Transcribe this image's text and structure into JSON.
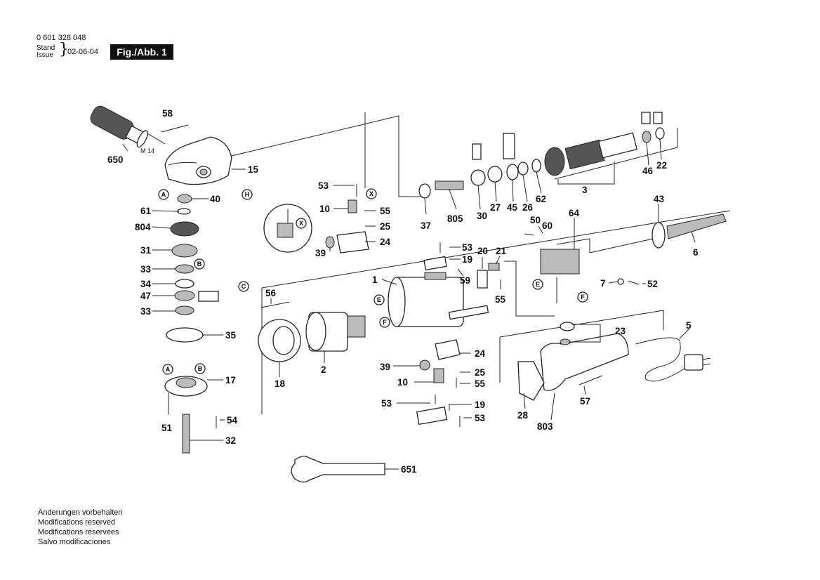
{
  "header": {
    "part_number": "0 601 328 048",
    "stand_label": "Stand",
    "issue_label": "Issue",
    "date": "02-06-04",
    "figure_label": "Fig./Abb. 1"
  },
  "footer": {
    "lines": [
      "Änderungen vorbehalten",
      "Modifications reserved",
      "Modifications reservees",
      "Salvo modificaciones"
    ]
  },
  "diagram": {
    "thread_label": "M 14",
    "part_numbers": {
      "p650": "650",
      "p58": "58",
      "p15": "15",
      "p40": "40",
      "p61": "61",
      "p804": "804",
      "p31": "31",
      "p33a": "33",
      "p34": "34",
      "p47": "47",
      "p33b": "33",
      "p35": "35",
      "p17": "17",
      "p51": "51",
      "p54": "54",
      "p32": "32",
      "p651": "651",
      "p53a": "53",
      "p10a": "10",
      "p55a": "55",
      "p25a": "25",
      "p24a": "24",
      "p39a": "39",
      "p37": "37",
      "p805": "805",
      "p30": "30",
      "p27": "27",
      "p45": "45",
      "p26": "26",
      "p62": "62",
      "p3": "3",
      "p46": "46",
      "p22": "22",
      "p43": "43",
      "p6": "6",
      "p64": "64",
      "p50": "50",
      "p60": "60",
      "p7": "7",
      "p52": "52",
      "p53b": "53",
      "p19a": "19",
      "p59": "59",
      "p20": "20",
      "p21": "21",
      "p55b": "55",
      "p1": "1",
      "p56": "56",
      "p18": "18",
      "p2": "2",
      "p24b": "24",
      "p39b": "39",
      "p25b": "25",
      "p10b": "10",
      "p55c": "55",
      "p53c": "53",
      "p19b": "19",
      "p53d": "53",
      "p23": "23",
      "p5": "5",
      "p28": "28",
      "p803": "803",
      "p57": "57"
    },
    "callouts": {
      "A": "A",
      "B": "B",
      "C": "C",
      "E": "E",
      "F": "F",
      "H": "H",
      "X": "X"
    }
  }
}
